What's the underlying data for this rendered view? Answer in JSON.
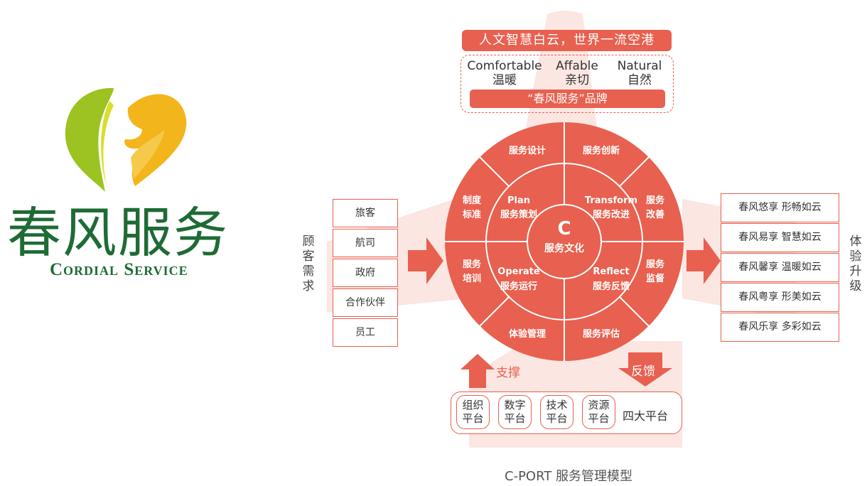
{
  "logo": {
    "cn": "春风服务",
    "en": "Cordial Service"
  },
  "top": {
    "banner": "人文智慧白云，世界一流空港",
    "traits": [
      {
        "en": "Comfortable",
        "cn": "温暖"
      },
      {
        "en": "Affable",
        "cn": "亲切"
      },
      {
        "en": "Natural",
        "cn": "自然"
      }
    ],
    "brand": "“春风服务”品牌"
  },
  "left": {
    "label": [
      "顾",
      "客",
      "需",
      "求"
    ],
    "items": [
      "旅客",
      "航司",
      "政府",
      "合作伙伴",
      "员工"
    ]
  },
  "right": {
    "label": [
      "体",
      "验",
      "升",
      "级"
    ],
    "items": [
      "春风悠享 形畅如云",
      "春风易享 智慧如云",
      "春风馨享 温暖如云",
      "春风粤享 形美如云",
      "春风乐享 多彩如云"
    ]
  },
  "wheel": {
    "center_letter": "C",
    "center_text": "服务文化",
    "inner": [
      {
        "en": "Plan",
        "cn": "服务策划"
      },
      {
        "en": "Transform",
        "cn": "服务改进"
      },
      {
        "en": "Operate",
        "cn": "服务运行"
      },
      {
        "en": "Reflect",
        "cn": "服务反馈"
      }
    ],
    "outer": [
      "服务设计",
      "服务创新",
      "服务改善",
      "服务监督",
      "服务评估",
      "体验管理",
      "服务培训",
      "制度标准"
    ]
  },
  "bottom": {
    "support": "支撑",
    "feedback": "反馈",
    "platforms": [
      "组织平台",
      "数字平台",
      "技术平台",
      "资源平台"
    ],
    "platform_title": "四大平台"
  },
  "caption": "C-PORT 服务管理模型",
  "colors": {
    "accent": "#e8604f",
    "light": "#f8d6cf",
    "logo_green": "#1e6b35",
    "logo_yellow": "#f2b51c",
    "logo_lime": "#9cc321"
  }
}
